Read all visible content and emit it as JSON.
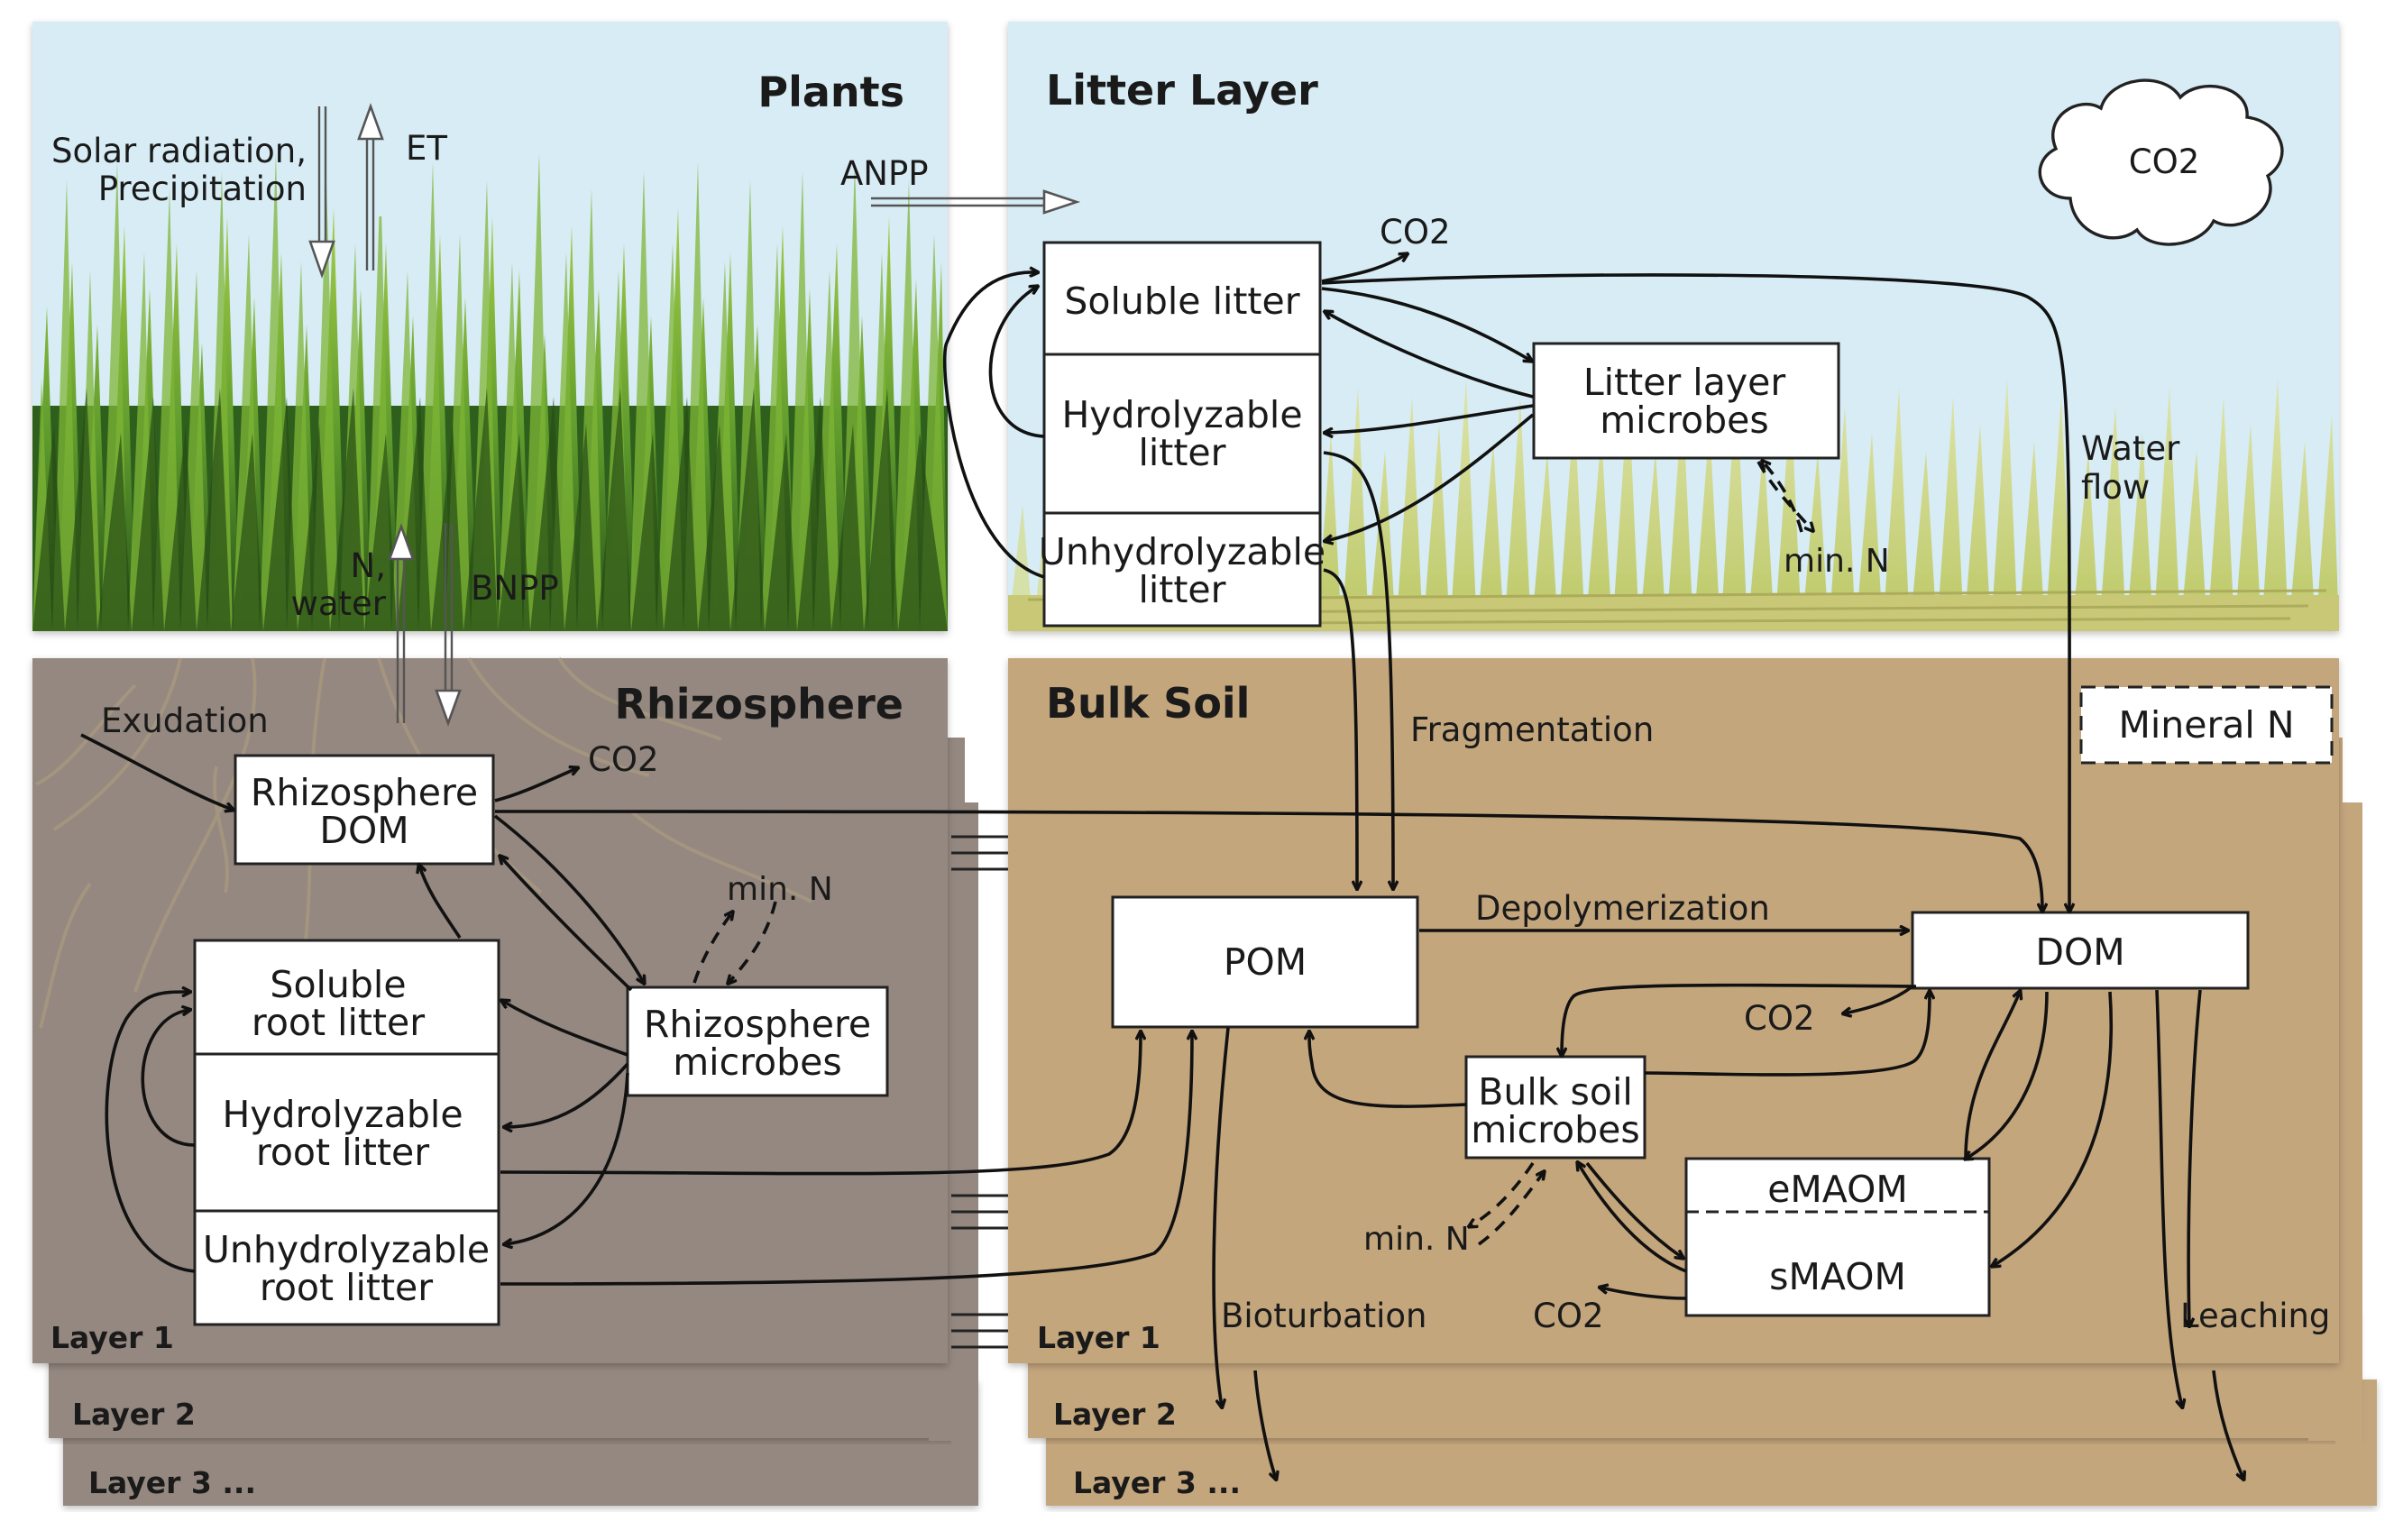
{
  "sections": {
    "plants": "Plants",
    "litter_layer": "Litter Layer",
    "rhizosphere": "Rhizosphere",
    "bulk_soil": "Bulk Soil"
  },
  "plants": {
    "solar": [
      "Solar radiation,",
      "Precipitation"
    ],
    "et": "ET",
    "n_water": [
      "N,",
      "water"
    ],
    "bnpp": "BNPP",
    "anpp": "ANPP"
  },
  "litter": {
    "co2_cloud": "CO2",
    "soluble": "Soluble litter",
    "hydrolyzable": [
      "Hydrolyzable",
      "litter"
    ],
    "unhydrolyzable": [
      "Unhydrolyzable",
      "litter"
    ],
    "microbes": [
      "Litter layer",
      "microbes"
    ],
    "co2": "CO2",
    "min_n": "min. N",
    "water_flow": [
      "Water",
      "flow"
    ]
  },
  "rhizo": {
    "exudation": "Exudation",
    "dom": [
      "Rhizosphere",
      "DOM"
    ],
    "co2": "CO2",
    "min_n": "min. N",
    "soluble": [
      "Soluble",
      "root litter"
    ],
    "hydrolyzable": [
      "Hydrolyzable",
      "root litter"
    ],
    "unhydrolyzable": [
      "Unhydrolyzable",
      "root litter"
    ],
    "microbes": [
      "Rhizosphere",
      "microbes"
    ]
  },
  "bulk": {
    "fragmentation": "Fragmentation",
    "mineral_n": "Mineral N",
    "pom": "POM",
    "depolymerization": "Depolymerization",
    "dom": "DOM",
    "co2_a": "CO2",
    "microbes": [
      "Bulk soil",
      "microbes"
    ],
    "min_n": "min. N",
    "emaom": "eMAOM",
    "smaom": "sMAOM",
    "co2_b": "CO2",
    "bioturbation": "Bioturbation",
    "leaching": "Leaching"
  },
  "layers": {
    "l1": "Layer 1",
    "l2": "Layer 2",
    "l3": "Layer 3 ..."
  },
  "colors": {
    "sky": "#d7ecf5",
    "grass_dark": "#3f7a24",
    "grass_light": "#8dbf3a",
    "litter_grass": "#c9d46a",
    "rhizo_soil": "#948880",
    "bulk_soil": "#c4a67d"
  }
}
